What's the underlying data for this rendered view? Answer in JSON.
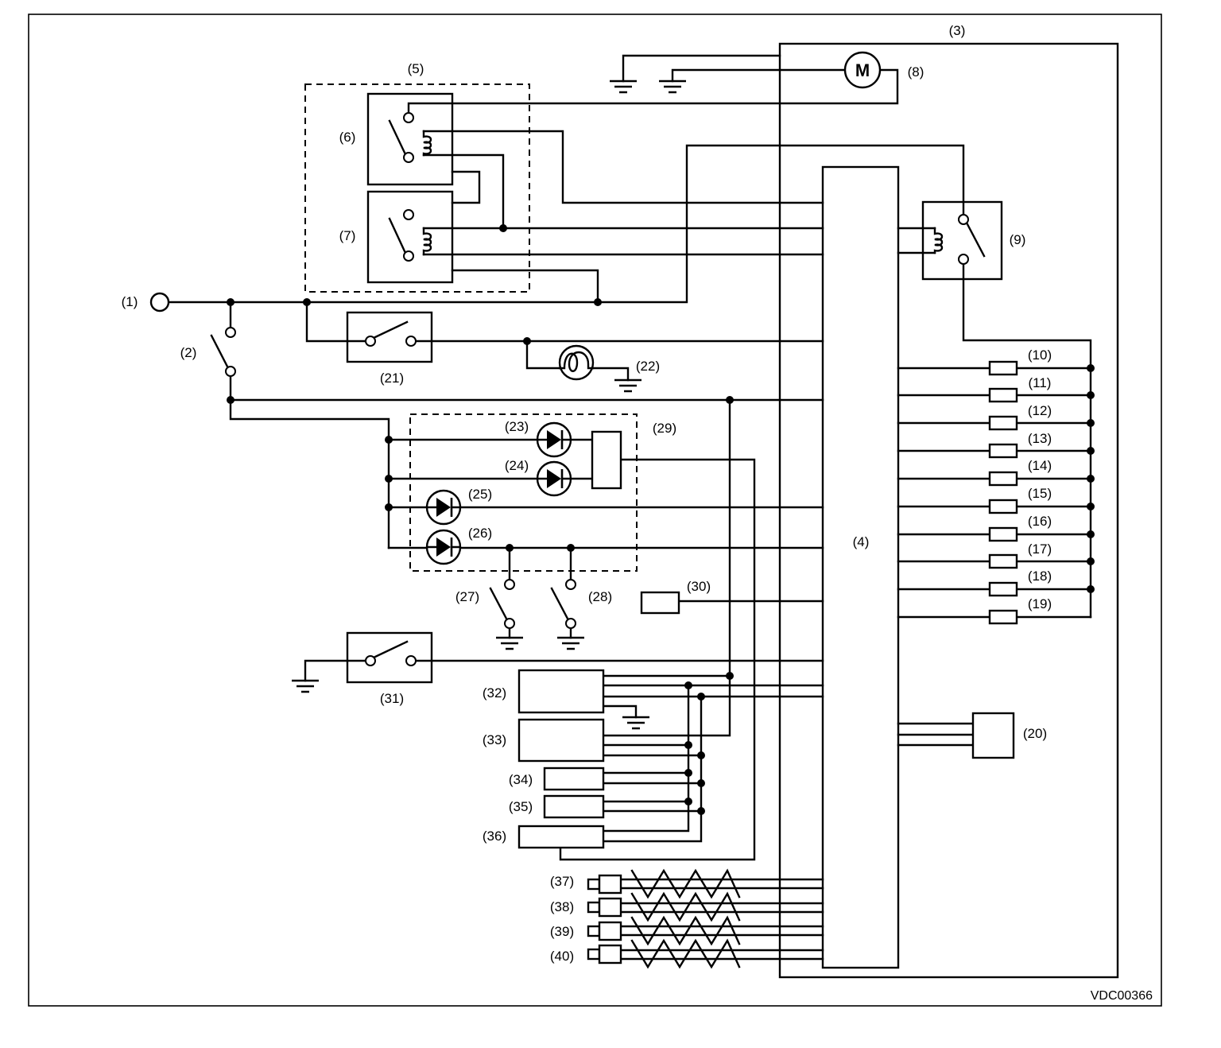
{
  "figure_code": "VDC00366",
  "motor_symbol": "M",
  "callouts": {
    "c1": "(1)",
    "c2": "(2)",
    "c3": "(3)",
    "c4": "(4)",
    "c5": "(5)",
    "c6": "(6)",
    "c7": "(7)",
    "c8": "(8)",
    "c9": "(9)",
    "c10": "(10)",
    "c11": "(11)",
    "c12": "(12)",
    "c13": "(13)",
    "c14": "(14)",
    "c15": "(15)",
    "c16": "(16)",
    "c17": "(17)",
    "c18": "(18)",
    "c19": "(19)",
    "c20": "(20)",
    "c21": "(21)",
    "c22": "(22)",
    "c23": "(23)",
    "c24": "(24)",
    "c25": "(25)",
    "c26": "(26)",
    "c27": "(27)",
    "c28": "(28)",
    "c29": "(29)",
    "c30": "(30)",
    "c31": "(31)",
    "c32": "(32)",
    "c33": "(33)",
    "c34": "(34)",
    "c35": "(35)",
    "c36": "(36)",
    "c37": "(37)",
    "c38": "(38)",
    "c39": "(39)",
    "c40": "(40)"
  }
}
